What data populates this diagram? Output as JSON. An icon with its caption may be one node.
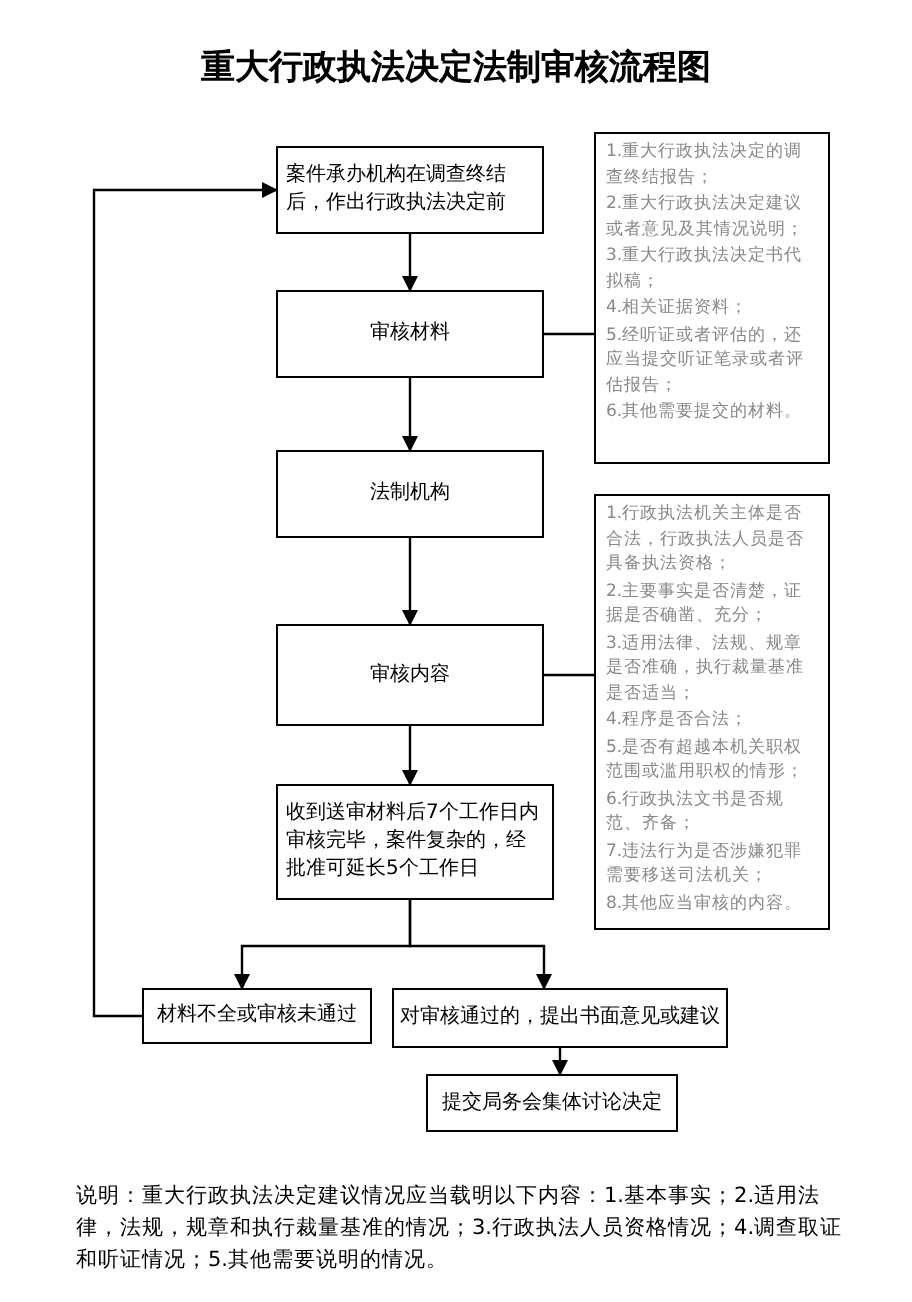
{
  "diagram": {
    "title": "重大行政执法决定法制审核流程图",
    "nodes": [
      {
        "text": [
          "案件承办机构在调查终结后，作出行政执法决定前"
        ]
      },
      {
        "text": [
          "审核材料"
        ]
      },
      {
        "text": [
          "1.重大行政执法决定的调查终结报告；",
          "2.重大行政执法决定建议或者意见及其情况说明；",
          "3.重大行政执法决定书代拟稿；",
          "4.相关证据资料；",
          "5.经听证或者评估的，还应当提交听证笔录或者评估报告；",
          "6.其他需要提交的材料。"
        ]
      },
      {
        "text": [
          "法制机构"
        ]
      },
      {
        "text": [
          "审核内容"
        ]
      },
      {
        "text": [
          "1.行政执法机关主体是否合法，行政执法人员是否具备执法资格；",
          "2.主要事实是否清楚，证据是否确凿、充分；",
          "3.适用法律、法规、规章是否准确，执行裁量基准是否适当；",
          "4.程序是否合法；",
          "5.是否有超越本机关职权范围或滥用职权的情形；",
          "6.行政执法文书是否规范、齐备；",
          "7.违法行为是否涉嫌犯罪需要移送司法机关；",
          "8.其他应当审核的内容。"
        ]
      },
      {
        "text": [
          "收到送审材料后7个工作日内审核完毕，案件复杂的，经批准可延长5个工作日"
        ]
      },
      {
        "text": [
          "材料不全或审核未通过"
        ]
      },
      {
        "text": [
          "对审核通过的，提出书面意见或建议"
        ]
      },
      {
        "text": [
          "提交局务会集体讨论决定"
        ]
      }
    ],
    "edges": [
      {
        "from": 0,
        "to": 1,
        "arrow": "to"
      },
      {
        "from": 1,
        "to": 3,
        "arrow": "to"
      },
      {
        "from": 3,
        "to": 4,
        "arrow": "to"
      },
      {
        "from": 4,
        "to": 6,
        "arrow": "to"
      },
      {
        "from": 6,
        "to": 7,
        "arrow": "to"
      },
      {
        "from": 6,
        "to": 8,
        "arrow": "to"
      },
      {
        "from": 8,
        "to": 9,
        "arrow": "to"
      },
      {
        "from": 1,
        "to": 2,
        "arrow": "none"
      },
      {
        "from": 4,
        "to": 5,
        "arrow": "none"
      },
      {
        "from": 7,
        "to": 0,
        "arrow": "to"
      }
    ],
    "caption": "说明：重大行政执法决定建议情况应当载明以下内容：1.基本事实；2.适用法律，法规，规章和执行裁量基准的情况；3.行政执法人员资格情况；4.调查取证和听证情况；5.其他需要说明的情况。"
  }
}
